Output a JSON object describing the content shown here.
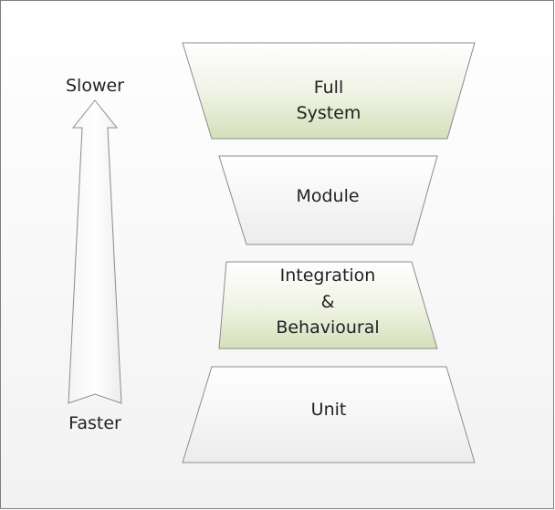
{
  "diagram": {
    "arrow": {
      "top_label": "Slower",
      "bottom_label": "Faster"
    },
    "tiers": [
      {
        "id": "full-system",
        "lines": [
          "Full",
          "System"
        ],
        "fill": "green"
      },
      {
        "id": "module",
        "lines": [
          "Module"
        ],
        "fill": "white"
      },
      {
        "id": "integration",
        "lines": [
          "Integration",
          "&",
          "Behavioural"
        ],
        "fill": "green"
      },
      {
        "id": "unit",
        "lines": [
          "Unit"
        ],
        "fill": "white"
      }
    ]
  },
  "colors": {
    "frame_border": "#7f7f7f",
    "shape_border": "#8c8c8c",
    "text": "#222222"
  }
}
